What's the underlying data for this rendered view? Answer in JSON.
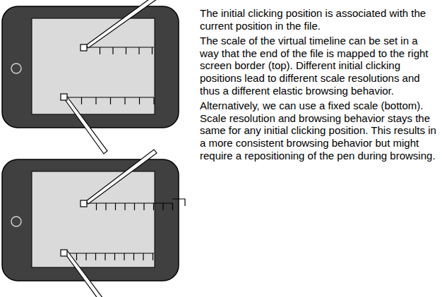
{
  "diagram": {
    "labels": [
      "The initial clicking position is associated with the current position in the file.",
      "The scale of the virtual timeline can be set in a way that the end of the file is mapped to the right screen border (top). Different initial clicking positions lead to different scale resolutions and thus a different elastic browsing behavior.",
      "Alternatively, we can use a fixed scale (bottom). Scale resolution and browsing behavior stays the same for any initial clicking position. This results in a more consistent browsing behavior but might require a repositioning of the pen during browsing."
    ]
  }
}
